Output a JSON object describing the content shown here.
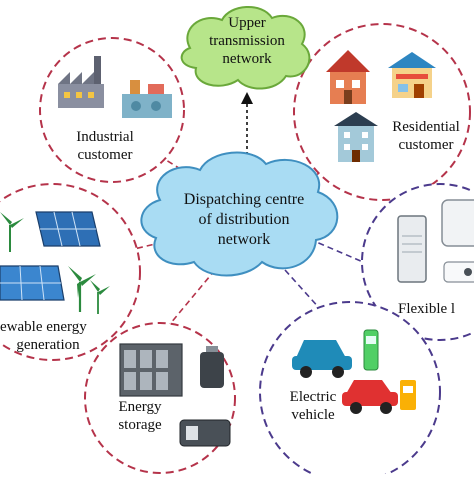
{
  "colors": {
    "dash_red": "#b5334a",
    "dash_purple": "#4b3a8c",
    "cloud_green_fill": "#b7e58a",
    "cloud_green_stroke": "#6aa83a",
    "cloud_blue_fill": "#a9dcf3",
    "cloud_blue_stroke": "#3f8fc0"
  },
  "center": {
    "line1": "Dispatching centre",
    "line2": "of distribution",
    "line3": "network",
    "icon": "cloud"
  },
  "top": {
    "line1": "Upper",
    "line2": "transmission",
    "line3": "network",
    "icon": "cloud"
  },
  "nodes": {
    "industrial": {
      "line1": "Industrial",
      "line2": "customer",
      "icons": [
        "factory-icon",
        "industrial-plant-icon"
      ]
    },
    "residential": {
      "line1": "Residential",
      "line2": "customer",
      "icons": [
        "house-icon",
        "shop-house-icon",
        "apartment-icon"
      ]
    },
    "renewable": {
      "line1": "ewable energy",
      "line2": "generation",
      "icons": [
        "solar-panel-icon",
        "wind-turbine-icon"
      ]
    },
    "flexible": {
      "line1": "Flexible l",
      "icons": [
        "air-conditioner-icon",
        "water-heater-icon"
      ]
    },
    "storage": {
      "line1": "Energy",
      "line2": "storage",
      "icons": [
        "battery-rack-icon",
        "battery-icon"
      ]
    },
    "ev": {
      "line1": "Electric",
      "line2": "vehicle",
      "icons": [
        "electric-car-icon",
        "charging-station-icon"
      ]
    }
  }
}
